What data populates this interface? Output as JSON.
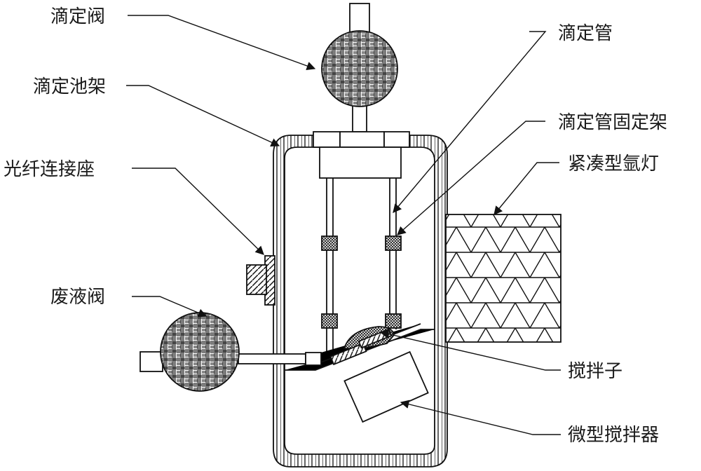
{
  "title": "",
  "labels": {
    "burette_valve": "滴定阀",
    "cell_holder": "滴定池架",
    "fiber_connector": "光纤连接座",
    "waste_valve": "废液阀",
    "burette": "滴定管",
    "burette_holder": "滴定管固定架",
    "argon_lamp": "紧凑型氩灯",
    "stir_bar": "搅拌子",
    "micro_stirrer": "微型搅拌器"
  }
}
